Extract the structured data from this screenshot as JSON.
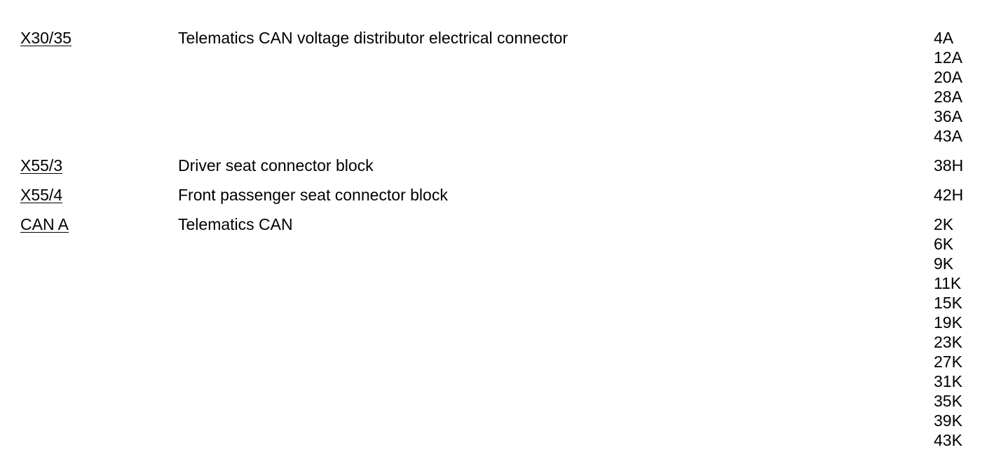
{
  "rows": [
    {
      "code": "X30/35",
      "description": "Telematics CAN voltage distributor electrical connector",
      "grid_refs": [
        "4A",
        "12A",
        "20A",
        "28A",
        "36A",
        "43A"
      ]
    },
    {
      "code": "X55/3",
      "description": "Driver seat connector block",
      "grid_refs": [
        "38H"
      ]
    },
    {
      "code": "X55/4",
      "description": "Front passenger seat connector block",
      "grid_refs": [
        "42H"
      ]
    },
    {
      "code": "CAN A",
      "description": "Telematics CAN",
      "grid_refs": [
        "2K",
        "6K",
        "9K",
        "11K",
        "15K",
        "19K",
        "23K",
        "27K",
        "31K",
        "35K",
        "39K",
        "43K"
      ]
    }
  ]
}
